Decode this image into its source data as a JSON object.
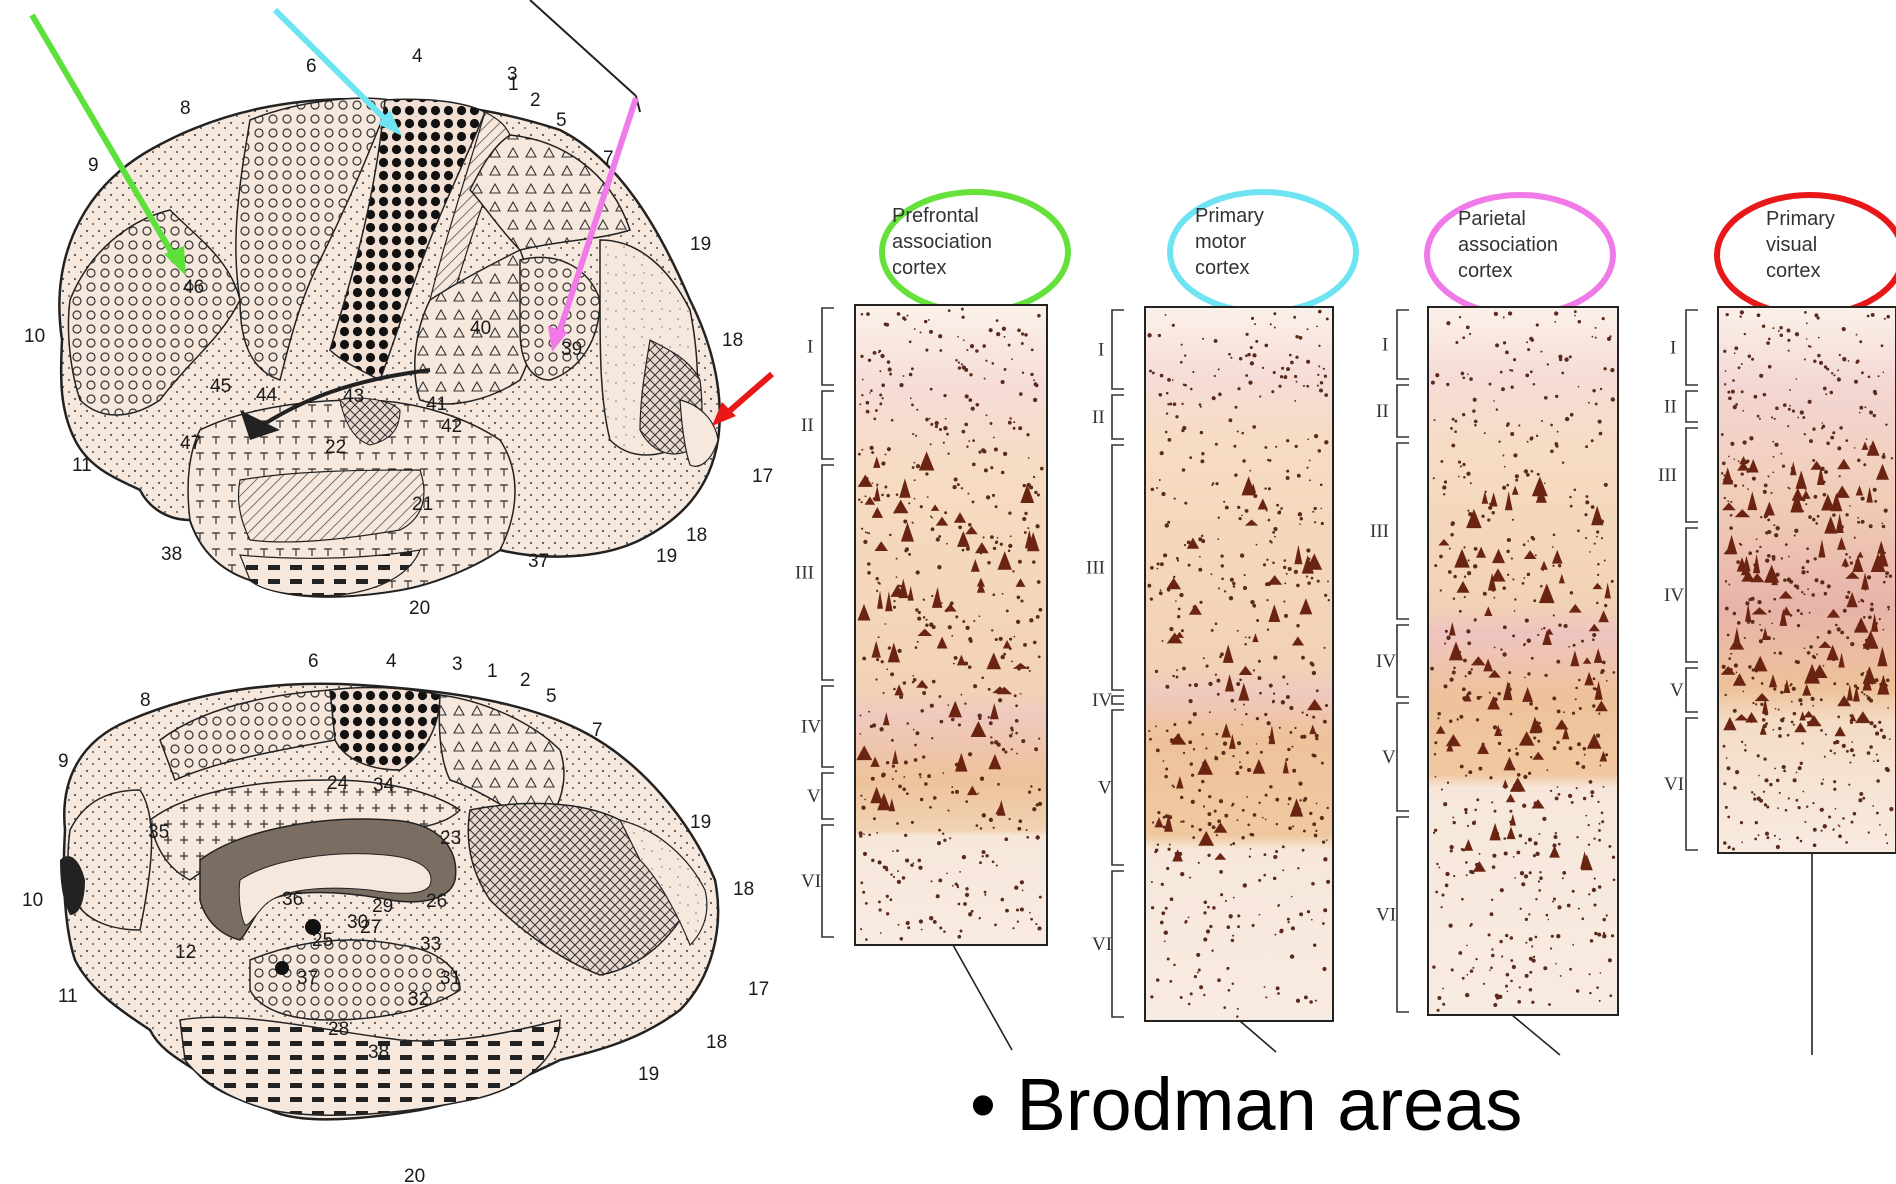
{
  "bullet_text": "• Brodman areas",
  "lateral_numbers": [
    "1",
    "2",
    "3",
    "4",
    "5",
    "6",
    "7",
    "8",
    "9",
    "10",
    "11",
    "17",
    "18",
    "18",
    "19",
    "19",
    "20",
    "21",
    "22",
    "37",
    "38",
    "39",
    "40",
    "41",
    "42",
    "43",
    "44",
    "45",
    "46",
    "47"
  ],
  "medial_numbers": [
    "1",
    "2",
    "3",
    "4",
    "5",
    "6",
    "7",
    "8",
    "9",
    "10",
    "11",
    "12",
    "17",
    "18",
    "18",
    "19",
    "19",
    "20",
    "23",
    "24",
    "25",
    "26",
    "27",
    "28",
    "29",
    "30",
    "31",
    "32",
    "33",
    "34",
    "35",
    "36",
    "37",
    "38"
  ],
  "columns": [
    {
      "title": [
        "Prefrontal",
        "association",
        "cortex"
      ],
      "ring_color": "#66e03a",
      "layers": [
        "I",
        "II",
        "III",
        "IV",
        "V",
        "VI"
      ]
    },
    {
      "title": [
        "Primary",
        "motor",
        "cortex"
      ],
      "ring_color": "#6ee4f2",
      "layers": [
        "I",
        "II",
        "III",
        "IV",
        "V",
        "VI"
      ]
    },
    {
      "title": [
        "Parietal",
        "association",
        "cortex"
      ],
      "ring_color": "#f07ae8",
      "layers": [
        "I",
        "II",
        "III",
        "IV",
        "V",
        "VI"
      ]
    },
    {
      "title": [
        "Primary",
        "visual",
        "cortex"
      ],
      "ring_color": "#e81818",
      "layers": [
        "I",
        "II",
        "III",
        "IV",
        "V",
        "VI"
      ]
    }
  ],
  "arrow_colors": {
    "green": "#5ee03a",
    "cyan": "#6ee4f2",
    "magenta": "#f07ae8",
    "red": "#e81818"
  }
}
